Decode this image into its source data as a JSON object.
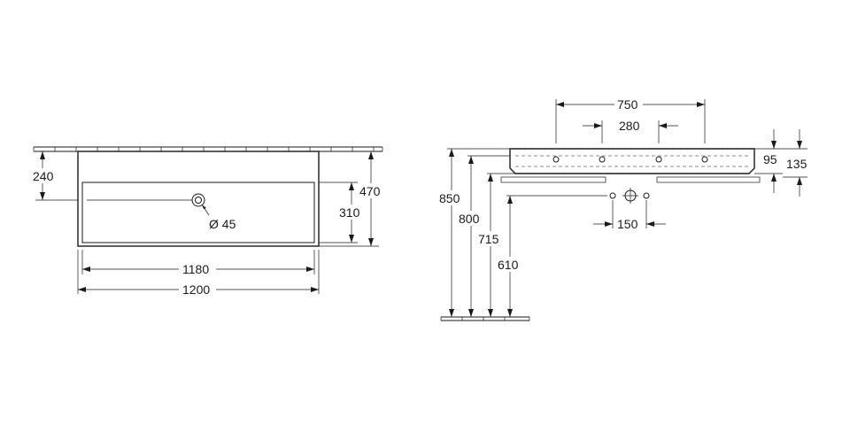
{
  "front_view": {
    "depth_240": "240",
    "depth_470": "470",
    "depth_310": "310",
    "diameter_label": "Ø 45",
    "width_1180": "1180",
    "width_1200": "1200"
  },
  "side_view": {
    "holes_750": "750",
    "holes_280": "280",
    "pipe_150": "150",
    "height_95": "95",
    "height_135": "135",
    "height_850": "850",
    "height_800": "800",
    "height_715": "715",
    "height_610": "610"
  }
}
